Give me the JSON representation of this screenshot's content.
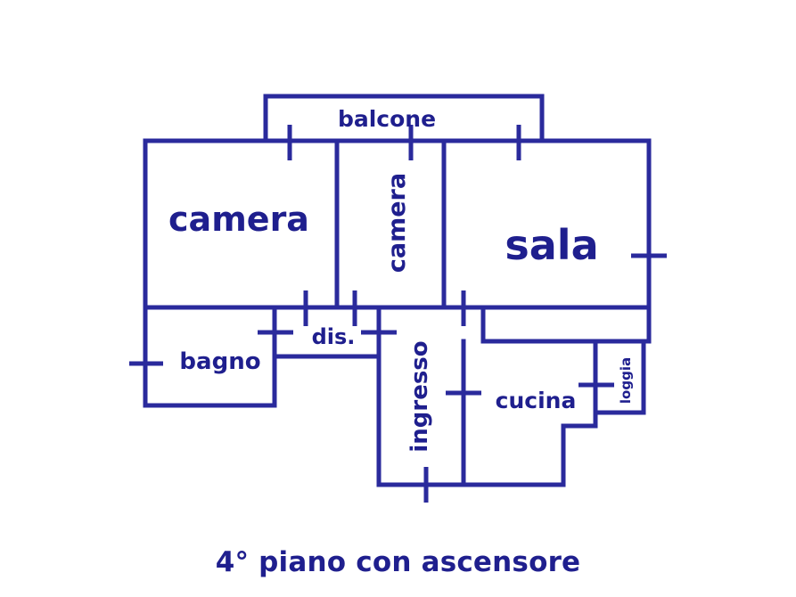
{
  "colors": {
    "ink": "#1f1f8e",
    "background": "#ffffff"
  },
  "rooms": {
    "balcone": "balcone",
    "camera_big": "camera",
    "camera_small": "camera",
    "sala": "sala",
    "bagno": "bagno",
    "dis": "dis.",
    "ingresso": "ingresso",
    "cucina": "cucina",
    "loggia": "loggia"
  },
  "caption": "4° piano con ascensore"
}
